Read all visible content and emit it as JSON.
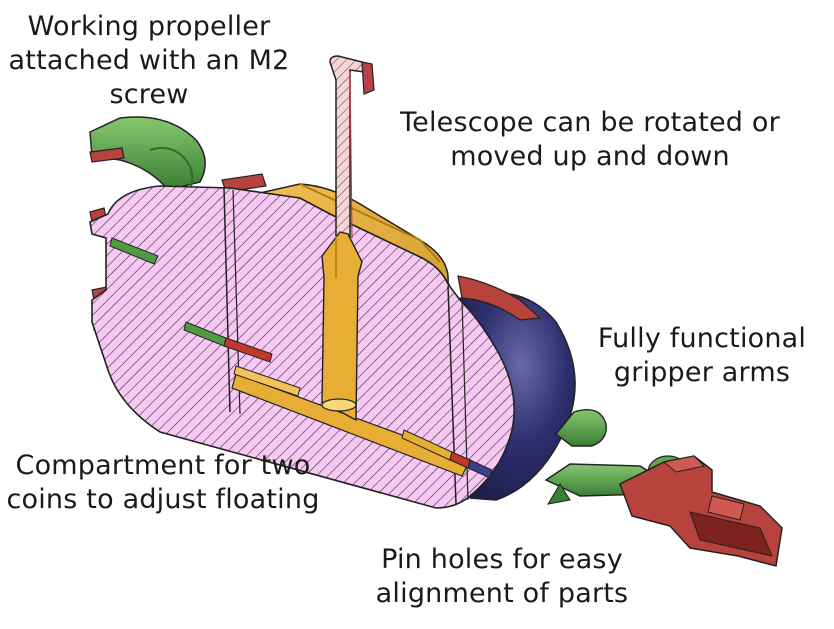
{
  "annotations": {
    "propeller": [
      "Working propeller",
      "attached with an M2",
      "screw"
    ],
    "telescope": [
      "Telescope can be rotated or",
      "moved up and down"
    ],
    "gripper": [
      "Fully functional",
      "gripper arms"
    ],
    "compartment": [
      "Compartment for two",
      "coins to adjust floating"
    ],
    "pin_holes": [
      "Pin holes for easy",
      "alignment of parts"
    ]
  },
  "colors": {
    "section_fill": "#f6c8f3",
    "hatch": "#2a2a2a",
    "outline": "#222222",
    "telescope": "#f2cfcf",
    "telescope_shade": "#b8404a",
    "frame_gold": "#e8ad35",
    "frame_gold_dark": "#b37b10",
    "propeller_green": "#5fa84a",
    "propeller_green_dark": "#2f6d2c",
    "bow_navy": "#2e2f6e",
    "bow_navy_light": "#6769aa",
    "gripper_red": "#b8423c",
    "gripper_red_dark": "#7d221f",
    "pin_green": "#4f9a42",
    "pin_red": "#c0392b",
    "pin_blue": "#3a3f8a"
  }
}
